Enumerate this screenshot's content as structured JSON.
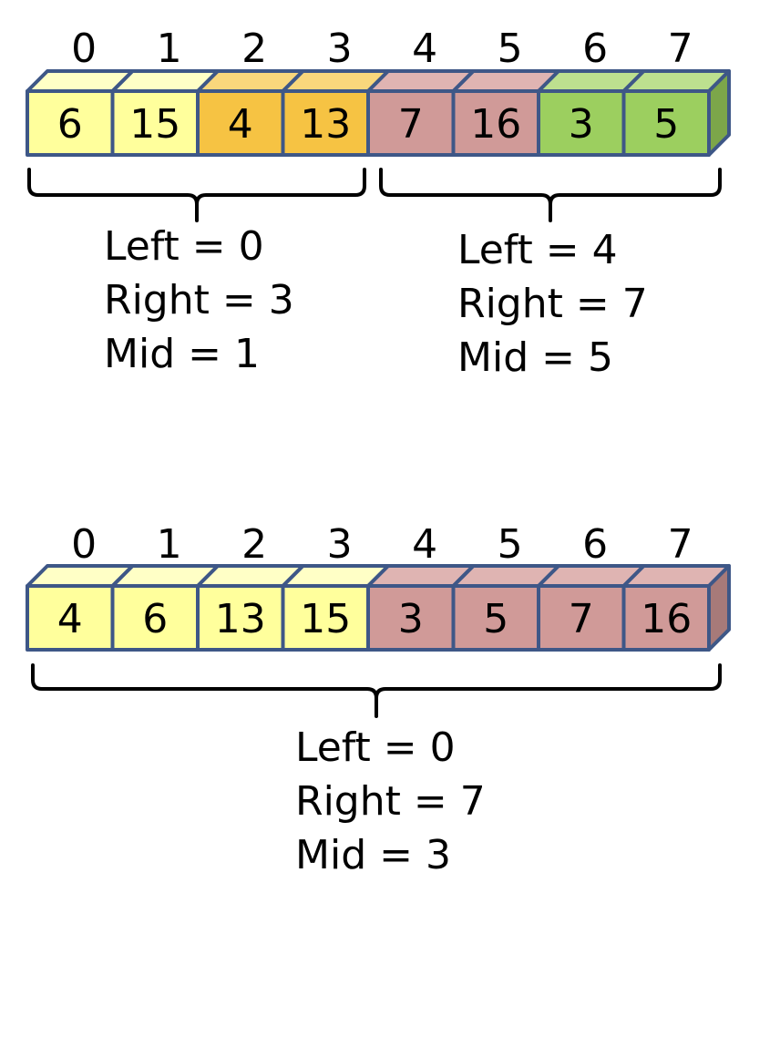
{
  "colors": {
    "outline": "#3e5787",
    "yellow": {
      "front": "#ffff9c",
      "top": "#ffffc6",
      "side": "#cccc78"
    },
    "orange": {
      "front": "#f6c343",
      "top": "#f9d77c",
      "side": "#c29a34"
    },
    "pink": {
      "front": "#d09a98",
      "top": "#dfb4b2",
      "side": "#a77a79"
    },
    "green": {
      "front": "#9ccf5f",
      "top": "#bde08f",
      "side": "#7ca64a"
    }
  },
  "rows": [
    {
      "indices": [
        "0",
        "1",
        "2",
        "3",
        "4",
        "5",
        "6",
        "7"
      ],
      "cells": [
        {
          "value": "6",
          "color": "yellow"
        },
        {
          "value": "15",
          "color": "yellow"
        },
        {
          "value": "4",
          "color": "orange"
        },
        {
          "value": "13",
          "color": "orange"
        },
        {
          "value": "7",
          "color": "pink"
        },
        {
          "value": "16",
          "color": "pink"
        },
        {
          "value": "3",
          "color": "green"
        },
        {
          "value": "5",
          "color": "green"
        }
      ],
      "groups": [
        {
          "from": 0,
          "to": 3,
          "lines": [
            "Left = 0",
            "Right = 3",
            "Mid = 1"
          ]
        },
        {
          "from": 4,
          "to": 7,
          "lines": [
            "Left = 4",
            "Right = 7",
            "Mid = 5"
          ]
        }
      ]
    },
    {
      "indices": [
        "0",
        "1",
        "2",
        "3",
        "4",
        "5",
        "6",
        "7"
      ],
      "cells": [
        {
          "value": "4",
          "color": "yellow"
        },
        {
          "value": "6",
          "color": "yellow"
        },
        {
          "value": "13",
          "color": "yellow"
        },
        {
          "value": "15",
          "color": "yellow"
        },
        {
          "value": "3",
          "color": "pink"
        },
        {
          "value": "5",
          "color": "pink"
        },
        {
          "value": "7",
          "color": "pink"
        },
        {
          "value": "16",
          "color": "pink"
        }
      ],
      "groups": [
        {
          "from": 0,
          "to": 7,
          "lines": [
            "Left = 0",
            "Right = 7",
            "Mid = 3"
          ]
        }
      ]
    }
  ]
}
